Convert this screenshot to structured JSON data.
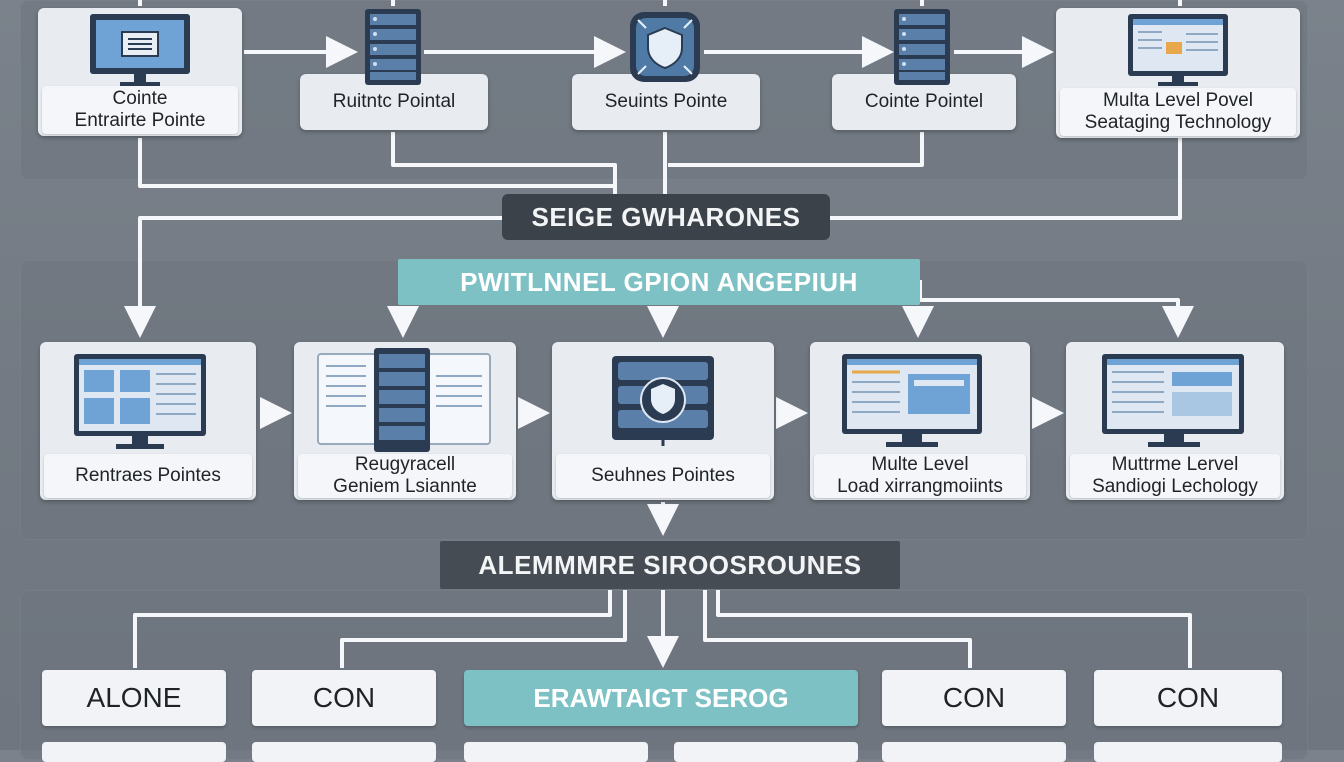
{
  "top_row": [
    {
      "label": "Cointe\nEntrairte Pointe",
      "icon": "monitor-icon"
    },
    {
      "label": "Ruitntc Pointal",
      "icon": "server-rack-icon"
    },
    {
      "label": "Seuints Pointe",
      "icon": "shield-icon"
    },
    {
      "label": "Cointe Pointel",
      "icon": "server-rack-icon"
    },
    {
      "label": "Multa Level Povel\nSeataging Technology",
      "icon": "monitor-icon"
    }
  ],
  "banner_1": "SEIGE GWHARONES",
  "banner_2": "PWITLNNEL GPION ANGEPIUH",
  "mid_row": [
    {
      "label": "Rentraes Pointes",
      "icon": "monitor-icon"
    },
    {
      "label": "Reugyracell\nGeniem Lsiannte",
      "icon": "document-server-icon"
    },
    {
      "label": "Seuhnes Pointes",
      "icon": "server-shield-icon"
    },
    {
      "label": "Multe Level\nLoad xirrangmoiints",
      "icon": "monitor-icon"
    },
    {
      "label": "Muttrme Lervel\nSandiogi Lechology",
      "icon": "monitor-icon"
    }
  ],
  "banner_3": "ALEMMMRE SIROOSROUNES",
  "bottom_row": [
    {
      "label": "ALONE"
    },
    {
      "label": "CON"
    },
    {
      "label": "ERAWTAIGT SEROG",
      "highlight": true
    },
    {
      "label": "CON"
    },
    {
      "label": "CON"
    }
  ],
  "colors": {
    "background": "#767d86",
    "card": "#e8ecf1",
    "banner_dark": "#3b4249",
    "banner_teal": "#7dc1c4",
    "connector": "#f5f7fa"
  }
}
